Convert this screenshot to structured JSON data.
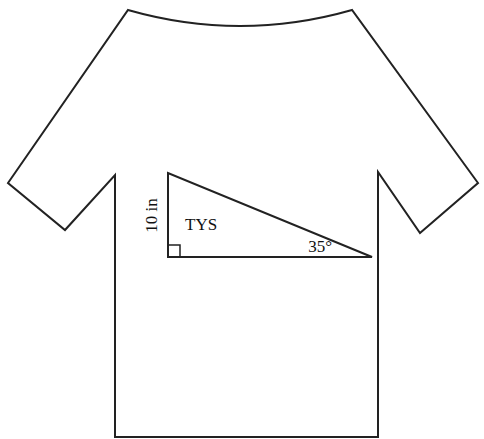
{
  "diagram": {
    "nodes": [
      {
        "text": [
          "TYS",
          "35°"
        ]
      }
    ],
    "labels": [
      "10 in"
    ]
  }
}
